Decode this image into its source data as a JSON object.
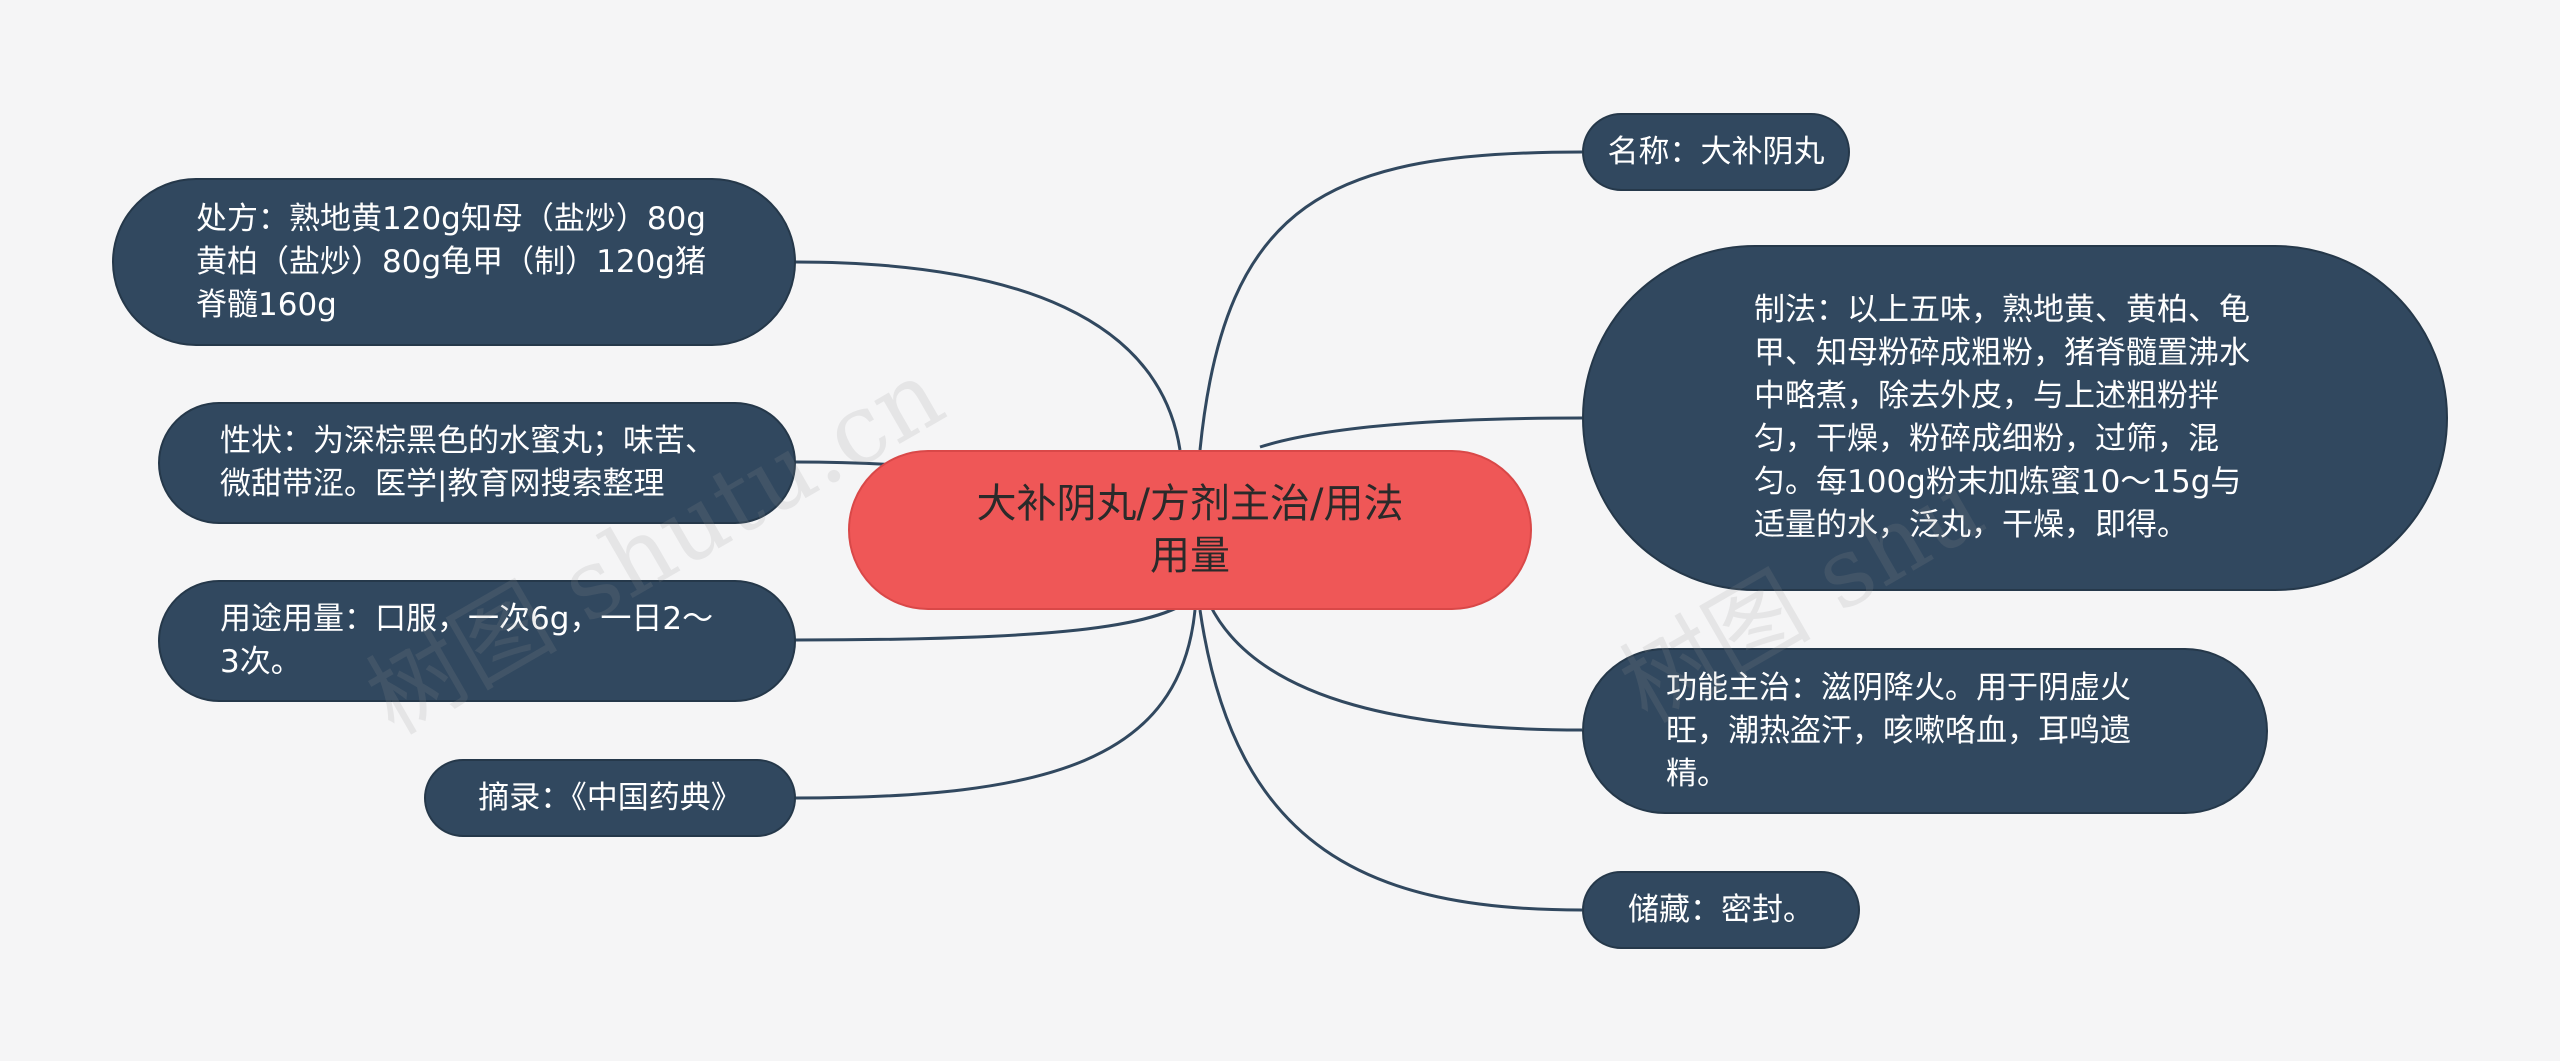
{
  "center": {
    "line1": "大补阴丸/方剂主治/用法",
    "line2": "用量"
  },
  "left_nodes": [
    {
      "id": "prescription",
      "text": "处方：熟地黄120g知母（盐炒）80g黄柏（盐炒）80g龟甲（制）120g猪脊髓160g"
    },
    {
      "id": "properties",
      "text": "性状：为深棕黑色的水蜜丸；味苦、微甜带涩。医学|教育网搜索整理"
    },
    {
      "id": "usage",
      "text": "用途用量：口服，一次6g，一日2～3次。"
    },
    {
      "id": "excerpt",
      "text": "摘录：《中国药典》"
    }
  ],
  "right_nodes": [
    {
      "id": "name",
      "text": "名称：大补阴丸"
    },
    {
      "id": "preparation",
      "text": "制法：以上五味，熟地黄、黄柏、龟甲、知母粉碎成粗粉，猪脊髓置沸水中略煮，除去外皮，与上述粗粉拌匀，干燥，粉碎成细粉，过筛，混匀。每100g粉末加炼蜜10～15g与适量的水，泛丸，干燥，即得。"
    },
    {
      "id": "function",
      "text": "功能主治：滋阴降火。用于阴虚火旺，潮热盗汗，咳嗽咯血，耳鸣遗精。"
    },
    {
      "id": "storage",
      "text": "储藏：密封。"
    }
  ],
  "watermarks": [
    "树图 shutu.cn",
    "树图 shu"
  ],
  "colors": {
    "background": "#f5f5f6",
    "center_fill": "#ef5757",
    "node_fill": "#31485f",
    "line": "#31485f"
  }
}
